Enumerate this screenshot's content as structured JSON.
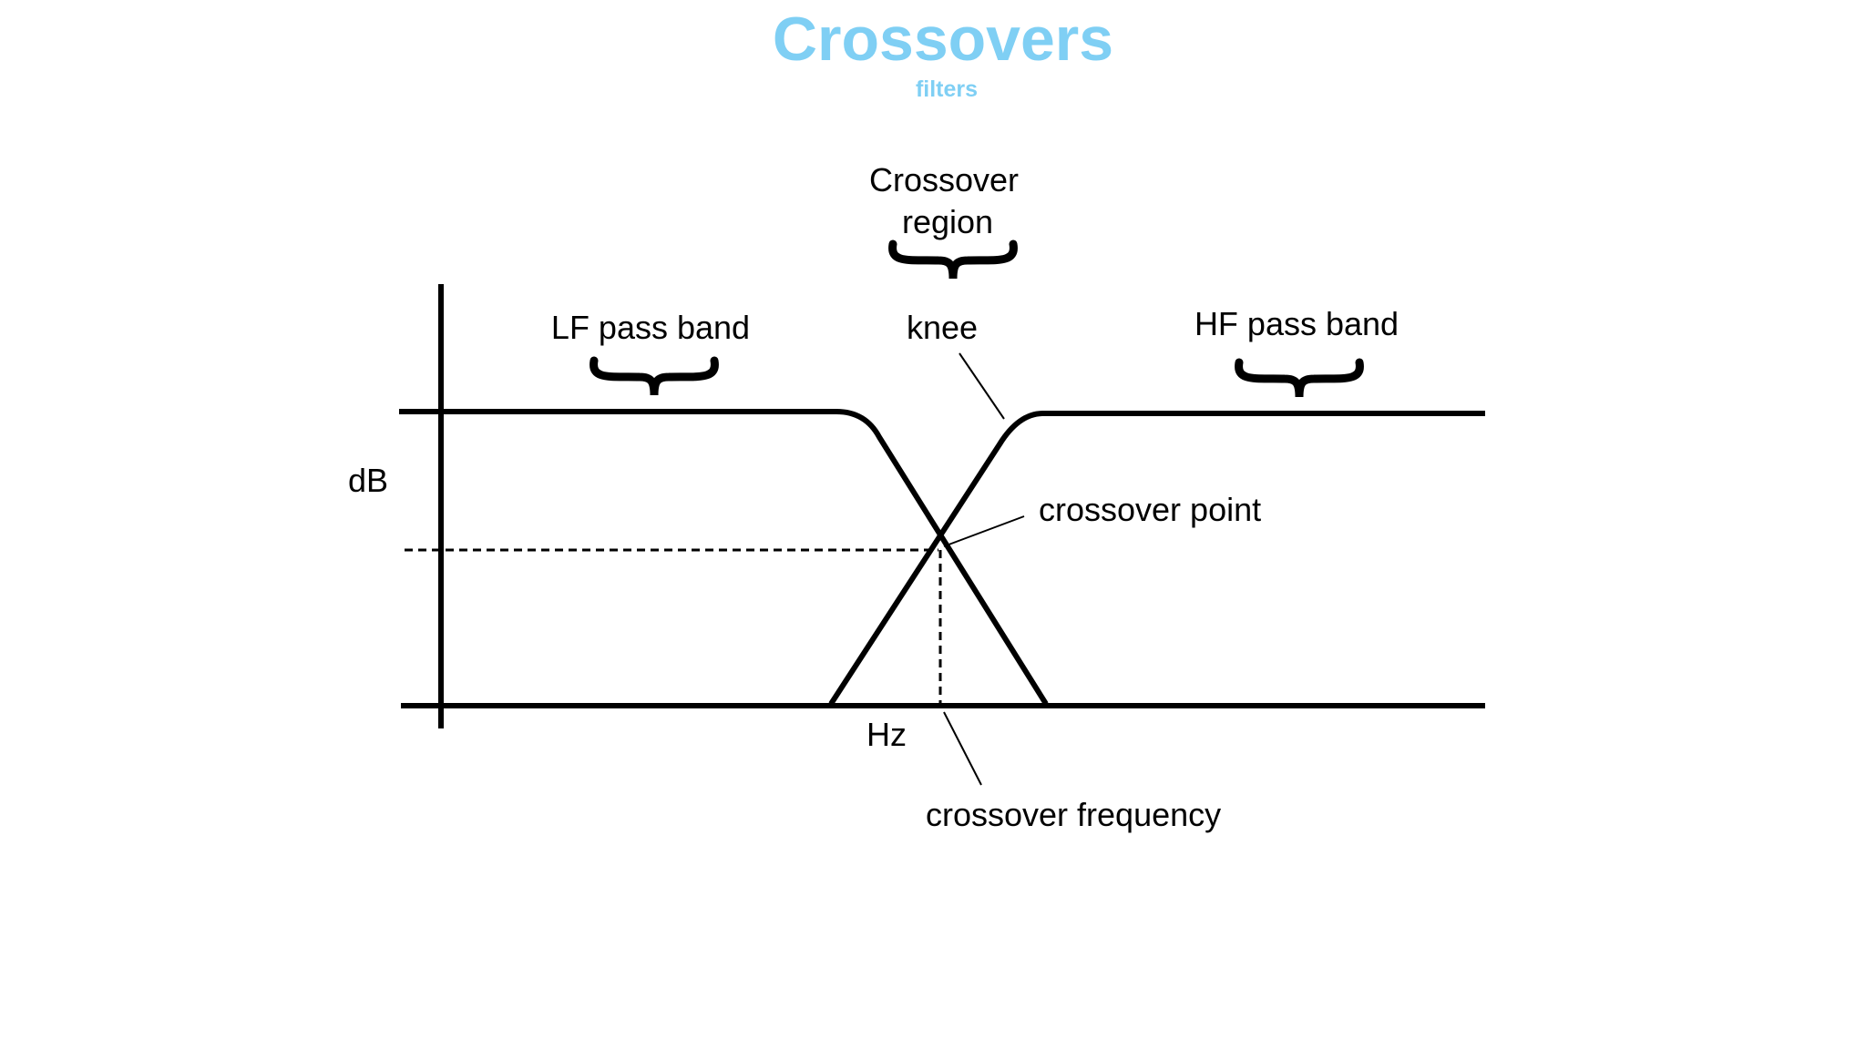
{
  "header": {
    "title": "Crossovers",
    "subtitle": "filters"
  },
  "labels": {
    "crossover_region_line1": "Crossover",
    "crossover_region_line2": "region",
    "lf_pass_band": "LF pass band",
    "hf_pass_band": "HF pass band",
    "knee": "knee",
    "db_axis": "dB",
    "hz_axis": "Hz",
    "crossover_point": "crossover point",
    "crossover_frequency": "crossover frequency"
  },
  "colors": {
    "title": "#7fcff4",
    "lines": "#000000",
    "background": "#ffffff"
  }
}
